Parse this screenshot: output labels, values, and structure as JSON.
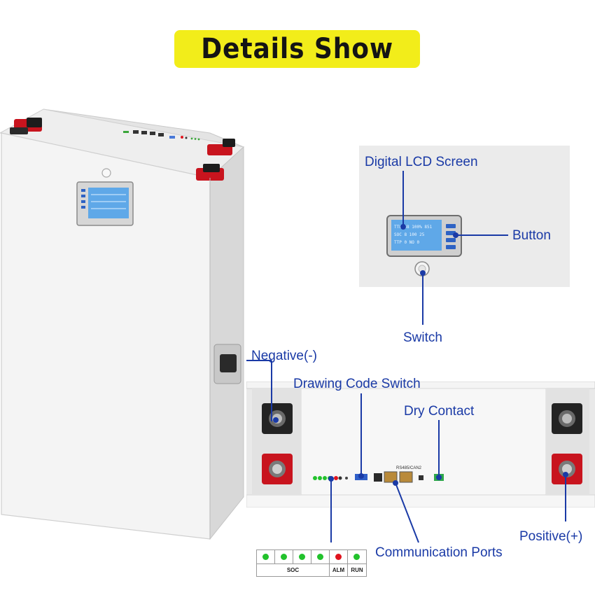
{
  "title": "Details Show",
  "labels": {
    "lcd_screen": "Digital LCD Screen",
    "button": "Button",
    "switch": "Switch",
    "negative": "Negative(-)",
    "drawing_code_switch": "Drawing Code Switch",
    "dry_contact": "Dry Contact",
    "communication_ports": "Communication Ports",
    "positive": "Positive(+)"
  },
  "port_text": "RS485/CAN2",
  "soc_legend": {
    "leds": [
      {
        "color": "#22c22c"
      },
      {
        "color": "#22c22c"
      },
      {
        "color": "#22c22c"
      },
      {
        "color": "#22c22c"
      },
      {
        "color": "#e0141e"
      },
      {
        "color": "#22c22c"
      }
    ],
    "soc": "SOC",
    "alm": "ALM",
    "run": "RUN"
  },
  "lcd_readout": {
    "line1": "TTL 48 100% 851",
    "line2": "SOC 8 100 25",
    "line3": "TTP 0 NO 0"
  },
  "colors": {
    "banner": "#f2ed1a",
    "label_blue": "#1a3aa6",
    "terminal_red": "#c8141e",
    "lcd_blue": "#5fa8e8"
  }
}
